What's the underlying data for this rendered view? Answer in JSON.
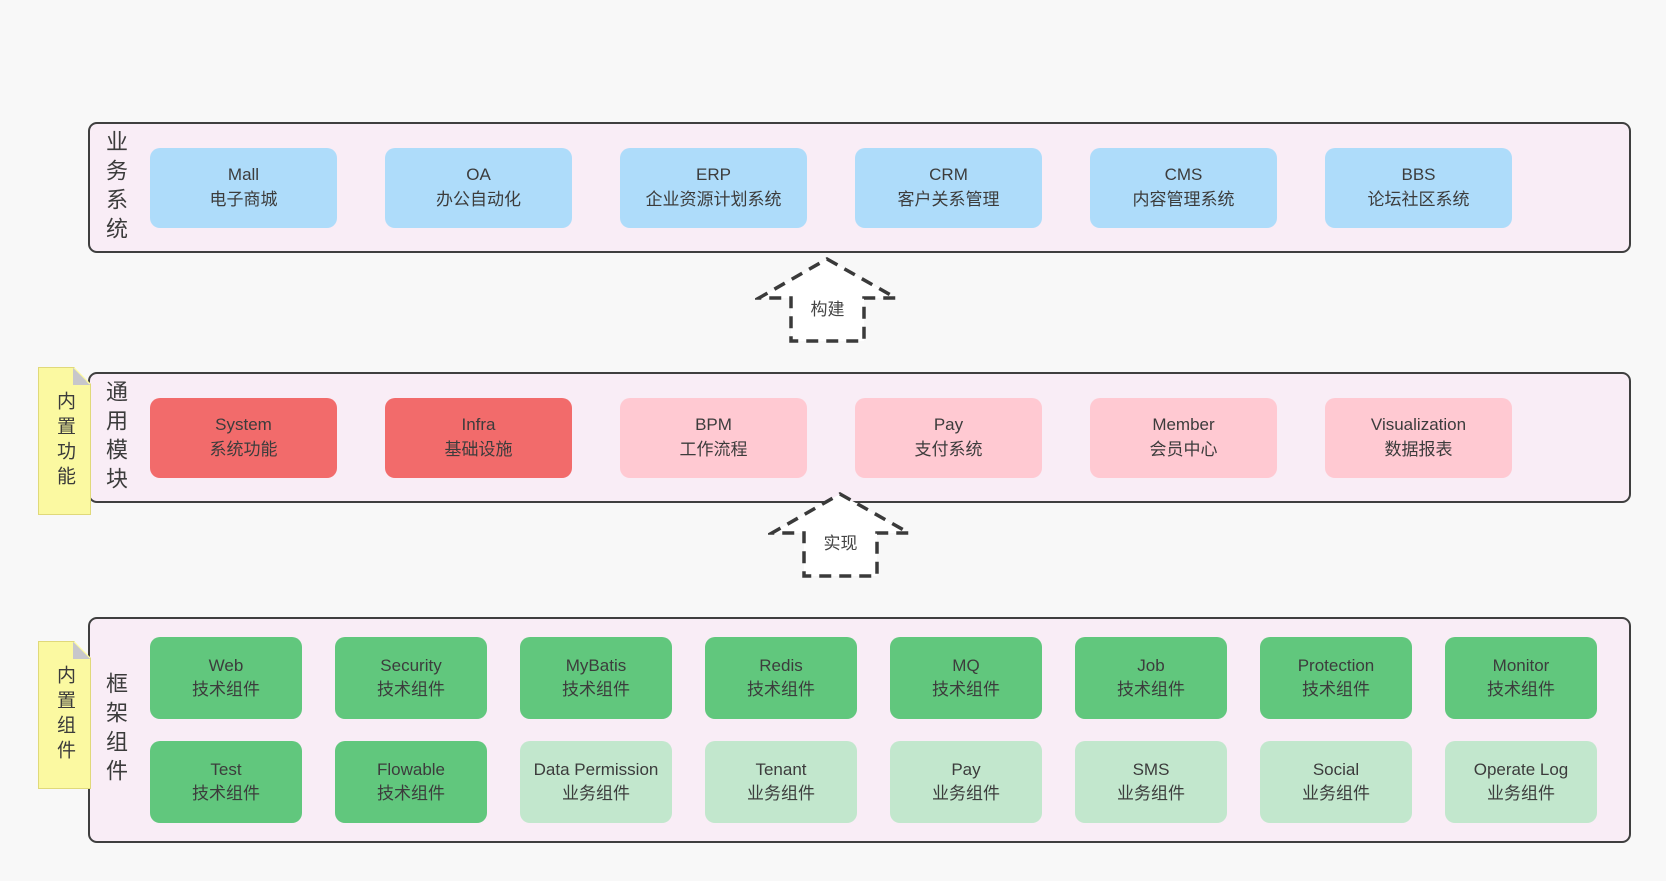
{
  "colors": {
    "page_bg": "#f8f8f8",
    "band_bg": "#f9edf6",
    "band_border": "#3f3f3f",
    "blue": "#aedcfa",
    "red": "#f26b6b",
    "pink": "#ffc9d2",
    "green": "#61c77d",
    "green_light": "#c2e7cd",
    "note_yellow": "#fbf9a1",
    "note_border": "#e0d97a",
    "fold_gray": "#c7c7cb",
    "text": "#3b3b3b",
    "arrow_stroke": "#3a3a3a"
  },
  "diagram": {
    "bands": [
      {
        "id": "business-systems",
        "label": "业务系统",
        "boxes": [
          {
            "title": "Mall",
            "subtitle": "电子商城",
            "variant": "blue"
          },
          {
            "title": "OA",
            "subtitle": "办公自动化",
            "variant": "blue"
          },
          {
            "title": "ERP",
            "subtitle": "企业资源计划系统",
            "variant": "blue"
          },
          {
            "title": "CRM",
            "subtitle": "客户关系管理",
            "variant": "blue"
          },
          {
            "title": "CMS",
            "subtitle": "内容管理系统",
            "variant": "blue"
          },
          {
            "title": "BBS",
            "subtitle": "论坛社区系统",
            "variant": "blue"
          }
        ]
      },
      {
        "id": "common-modules",
        "label": "通用模块",
        "note": "内置功能",
        "boxes": [
          {
            "title": "System",
            "subtitle": "系统功能",
            "variant": "red"
          },
          {
            "title": "Infra",
            "subtitle": "基础设施",
            "variant": "red"
          },
          {
            "title": "BPM",
            "subtitle": "工作流程",
            "variant": "pink"
          },
          {
            "title": "Pay",
            "subtitle": "支付系统",
            "variant": "pink"
          },
          {
            "title": "Member",
            "subtitle": "会员中心",
            "variant": "pink"
          },
          {
            "title": "Visualization",
            "subtitle": "数据报表",
            "variant": "pink"
          }
        ]
      },
      {
        "id": "framework-components",
        "label": "框架组件",
        "note": "内置组件",
        "rows": [
          [
            {
              "title": "Web",
              "subtitle": "技术组件",
              "variant": "green"
            },
            {
              "title": "Security",
              "subtitle": "技术组件",
              "variant": "green"
            },
            {
              "title": "MyBatis",
              "subtitle": "技术组件",
              "variant": "green"
            },
            {
              "title": "Redis",
              "subtitle": "技术组件",
              "variant": "green"
            },
            {
              "title": "MQ",
              "subtitle": "技术组件",
              "variant": "green"
            },
            {
              "title": "Job",
              "subtitle": "技术组件",
              "variant": "green"
            },
            {
              "title": "Protection",
              "subtitle": "技术组件",
              "variant": "green"
            },
            {
              "title": "Monitor",
              "subtitle": "技术组件",
              "variant": "green"
            }
          ],
          [
            {
              "title": "Test",
              "subtitle": "技术组件",
              "variant": "green"
            },
            {
              "title": "Flowable",
              "subtitle": "技术组件",
              "variant": "green"
            },
            {
              "title": "Data Permission",
              "subtitle": "业务组件",
              "variant": "green_light"
            },
            {
              "title": "Tenant",
              "subtitle": "业务组件",
              "variant": "green_light"
            },
            {
              "title": "Pay",
              "subtitle": "业务组件",
              "variant": "green_light"
            },
            {
              "title": "SMS",
              "subtitle": "业务组件",
              "variant": "green_light"
            },
            {
              "title": "Social",
              "subtitle": "业务组件",
              "variant": "green_light"
            },
            {
              "title": "Operate Log",
              "subtitle": "业务组件",
              "variant": "green_light"
            }
          ]
        ]
      }
    ],
    "arrows": [
      {
        "label": "构建"
      },
      {
        "label": "实现"
      }
    ]
  }
}
